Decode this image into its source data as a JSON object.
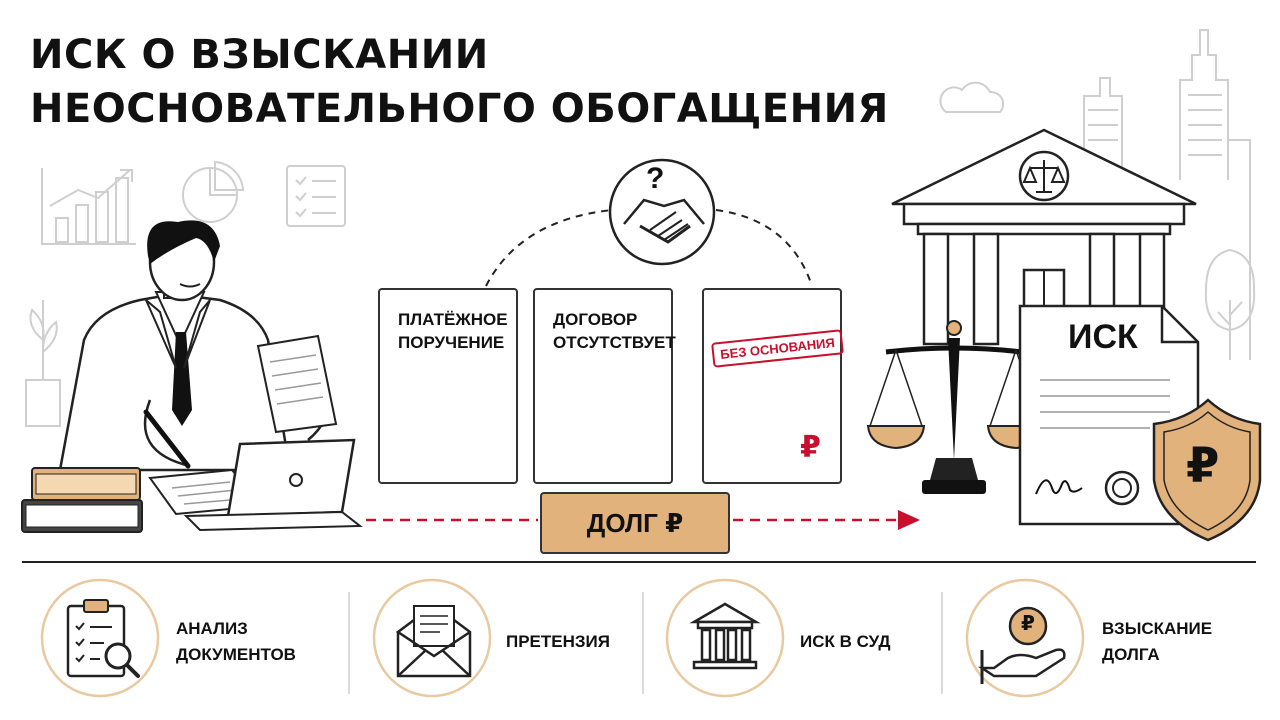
{
  "title_lines": [
    "ИСК О ВЗЫСКАНИИ",
    "НЕОСНОВАТЕЛЬНОГО ОБОГАЩЕНИЯ"
  ],
  "question_mark": "?",
  "documents": [
    {
      "title_lines": [
        "ПЛАТЁЖНОЕ",
        "ПОРУЧЕНИЕ"
      ]
    },
    {
      "title_lines": [
        "ДОГОВОР",
        "ОТСУТСТВУЕТ"
      ]
    },
    {
      "stamp": "БЕЗ ОСНОВАНИЯ",
      "currency": "₽"
    }
  ],
  "debt_label": "ДОЛГ ₽",
  "claim_title": "ИСК",
  "shield_symbol": "₽",
  "steps": [
    {
      "label_lines": [
        "АНАЛИЗ",
        "ДОКУМЕНТОВ"
      ],
      "icon": "clipboard-magnifier-icon"
    },
    {
      "label_lines": [
        "ПРЕТЕНЗИЯ"
      ],
      "icon": "envelope-letter-icon"
    },
    {
      "label_lines": [
        "ИСК В СУД"
      ],
      "icon": "courthouse-icon"
    },
    {
      "label_lines": [
        "ВЗЫСКАНИЕ",
        "ДОЛГА"
      ],
      "icon": "coin-hand-icon"
    }
  ],
  "colors": {
    "accent": "#e2b27c",
    "accent_ring": "#e8c9a0",
    "alert": "#c8102e",
    "ink": "#111111"
  }
}
